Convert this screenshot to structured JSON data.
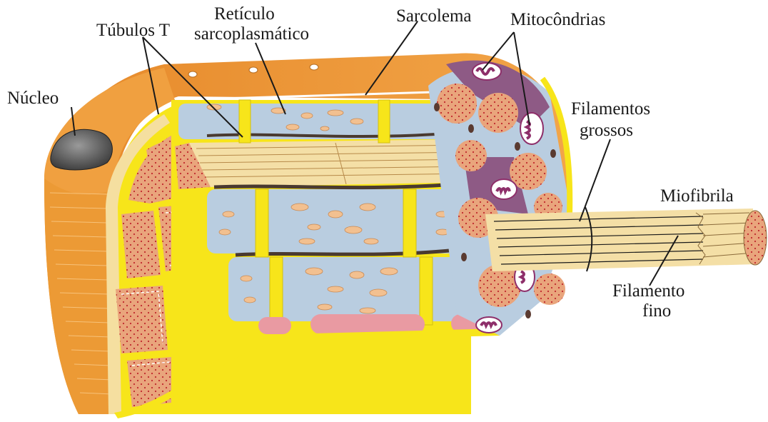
{
  "labels": {
    "tubulos": "Túbulos T",
    "reticulo_1": "Retículo",
    "reticulo_2": "sarcoplasmático",
    "sarcolema": "Sarcolema",
    "mitocondrias": "Mitocôndrias",
    "nucleo": "Núcleo",
    "filamentos_grossos_1": "Filamentos",
    "filamentos_grossos_2": "grossos",
    "miofibrila": "Miofibrila",
    "filamento_fino_1": "Filamento",
    "filamento_fino_2": "fino"
  },
  "colors": {
    "sarcolemma_orange": "#f0a040",
    "sarcolemma_dark": "#e28a2c",
    "t_tubule_yellow": "#f7e51a",
    "reticulum_blue": "#b9cde0",
    "myofibril_peach": "#e9a57c",
    "myofibril_dots": "#c0282d",
    "filament_cream": "#f4dfa6",
    "mitochondrion_purple": "#8e2f6a",
    "nucleus_gray": "#505050",
    "pink_vessel": "#e99aa2"
  }
}
